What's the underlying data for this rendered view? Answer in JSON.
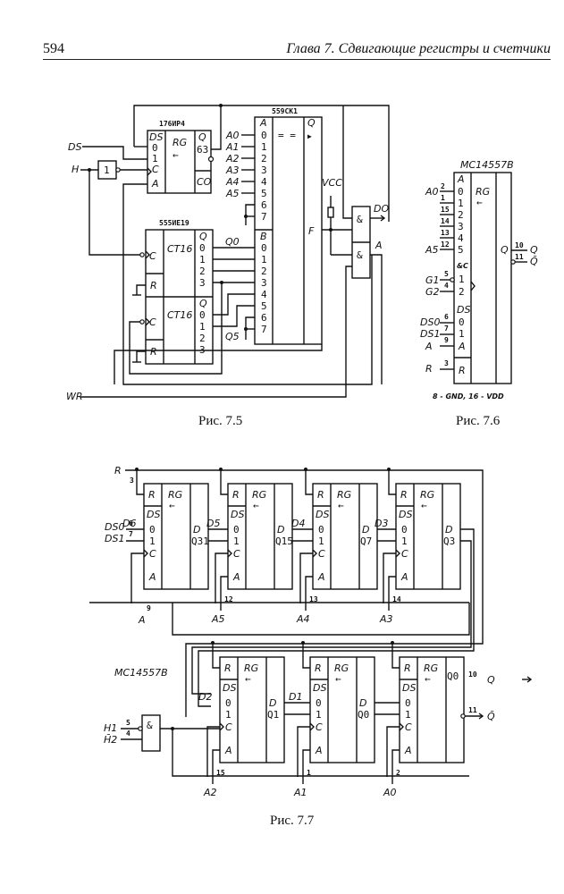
{
  "header": {
    "page_number": "594",
    "title": "Глава 7.  Сдвигающие регистры и счетчики"
  },
  "fig75": {
    "caption": "Рис. 7.5",
    "reg_chip": "176ИР4",
    "mux_chip": "559СК1",
    "cnt_chip": "555ИЕ19",
    "inputs": {
      "ds": "DS",
      "h": "H",
      "wr": "WR"
    },
    "inv": "1",
    "reg_pins": {
      "ds": "DS",
      "d0": "0",
      "d1": "1",
      "c": "C",
      "a": "A",
      "rg": "RG",
      "arrow": "←",
      "q": "Q",
      "q63": "63",
      "co": "CO"
    },
    "mux_left": {
      "a": "A",
      "pins": [
        "0",
        "1",
        "2",
        "3",
        "4",
        "5",
        "6",
        "7"
      ],
      "b": "B",
      "pins_b": [
        "0",
        "1",
        "2",
        "3",
        "4",
        "5",
        "6",
        "7"
      ]
    },
    "mux_mid": "= =",
    "mux_right": {
      "q": "Q",
      "tri": "▶",
      "f": "F"
    },
    "addr": [
      "A0",
      "A1",
      "A2",
      "A3",
      "A4",
      "A5"
    ],
    "cnt": {
      "c": "C",
      "r": "R",
      "ct": "CT16",
      "q": "Q",
      "pins": [
        "0",
        "1",
        "2",
        "3"
      ]
    },
    "q0": "Q0",
    "q5": "Q5",
    "vcc": "VCC",
    "and": "&",
    "do": "DO",
    "a_out": "A"
  },
  "fig76": {
    "caption": "Рис. 7.6",
    "chip": "MC14557B",
    "a_group": "A",
    "a_pins": [
      "0",
      "1",
      "2",
      "3",
      "4",
      "5"
    ],
    "a_pin_nums": [
      "2",
      "1",
      "15",
      "14",
      "13",
      "12"
    ],
    "a0": "A0",
    "a5": "A5",
    "rg": "RG",
    "arrow": "←",
    "and_c": "&C",
    "g_pins": [
      "1",
      "2"
    ],
    "g_nums": [
      "5",
      "4"
    ],
    "g1": "G1",
    "g2": "G2",
    "ds": "DS",
    "ds_pins": [
      "0",
      "1"
    ],
    "ds_nums": [
      "6",
      "7"
    ],
    "ds0": "DS0",
    "ds1": "DS1",
    "a_pin": "A",
    "a_num": "9",
    "r_pin": "R",
    "r_num": "3",
    "q": "Q",
    "q_nums": [
      "10",
      "11"
    ],
    "q_out": "Q",
    "qn_out": "Q̄",
    "note": "8 - GND, 16 - VDD"
  },
  "fig77": {
    "caption": "Рис. 7.7",
    "chip": "MC14557B",
    "r_in": "R",
    "r_num": "3",
    "ds0": "DS0",
    "ds1": "DS1",
    "ds_nums": [
      "6",
      "7"
    ],
    "a_in": "A",
    "a_num": "9",
    "top_stages": [
      {
        "out": "Q31",
        "d": "D6",
        "addr": "",
        "num": ""
      },
      {
        "out": "Q15",
        "d": "D5",
        "addr": "A5",
        "num": "12"
      },
      {
        "out": "Q7",
        "d": "D4",
        "addr": "A4",
        "num": "13"
      },
      {
        "out": "Q3",
        "d": "D3",
        "addr": "A3",
        "num": "14"
      }
    ],
    "bottom_stages": [
      {
        "out": "Q1",
        "d": "D2",
        "addr": "A2",
        "num": "15"
      },
      {
        "out": "Q0",
        "d": "D1",
        "addr": "A1",
        "num": "1"
      },
      {
        "out": "Q0",
        "d": "",
        "addr": "A0",
        "num": "2"
      }
    ],
    "stage_pins": {
      "r": "R",
      "ds": "DS",
      "d0": "0",
      "d1": "1",
      "c": "C",
      "a": "A",
      "rg": "RG",
      "arrow": "←",
      "d": "D"
    },
    "gate": "&",
    "h1": "H1",
    "h2": "H̄2",
    "h_nums": [
      "5",
      "4"
    ],
    "q_nums": [
      "10",
      "11"
    ],
    "q_out": "Q",
    "qn_out": "Q̄"
  }
}
